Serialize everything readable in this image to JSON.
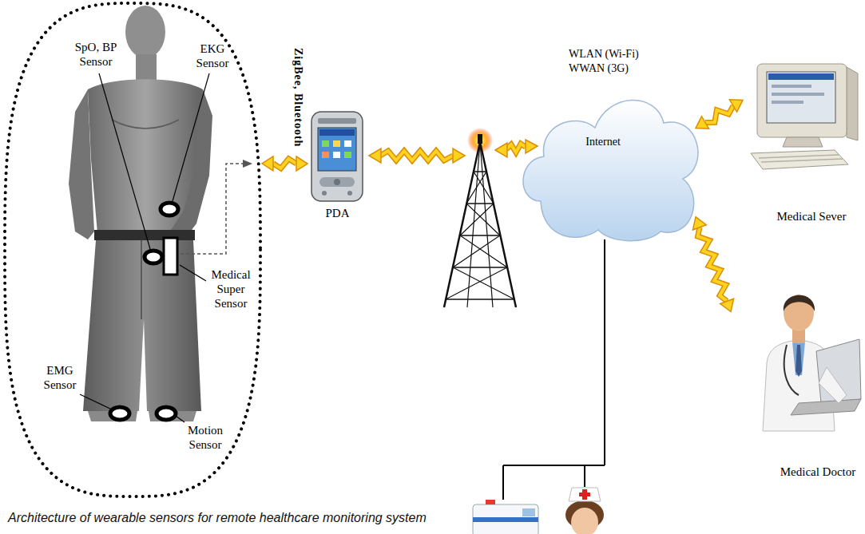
{
  "diagram": {
    "caption": "Architecture of wearable sensors for remote healthcare monitoring system",
    "nodes": [
      {
        "text": [
          "SpO, BP Sensor",
          "EKG Sensor",
          "Medical Super Sensor",
          "EMG Sensor",
          "Motion Sensor"
        ]
      },
      {
        "text": [
          "PDA"
        ]
      },
      {
        "text": [
          "Internet"
        ]
      },
      {
        "text": [
          "Medical Sever"
        ]
      },
      {
        "text": [
          "Medical Doctor"
        ]
      }
    ],
    "edges": [
      {
        "from": 0,
        "to": 1,
        "arrow": "both"
      },
      {
        "from": 2,
        "to": 3,
        "arrow": "both"
      },
      {
        "from": 2,
        "to": 4,
        "arrow": "both"
      }
    ],
    "labels": [
      "ZigBee, Bluetooth",
      "WLAN (Wi-Fi)",
      "WWAN (3G)"
    ]
  }
}
